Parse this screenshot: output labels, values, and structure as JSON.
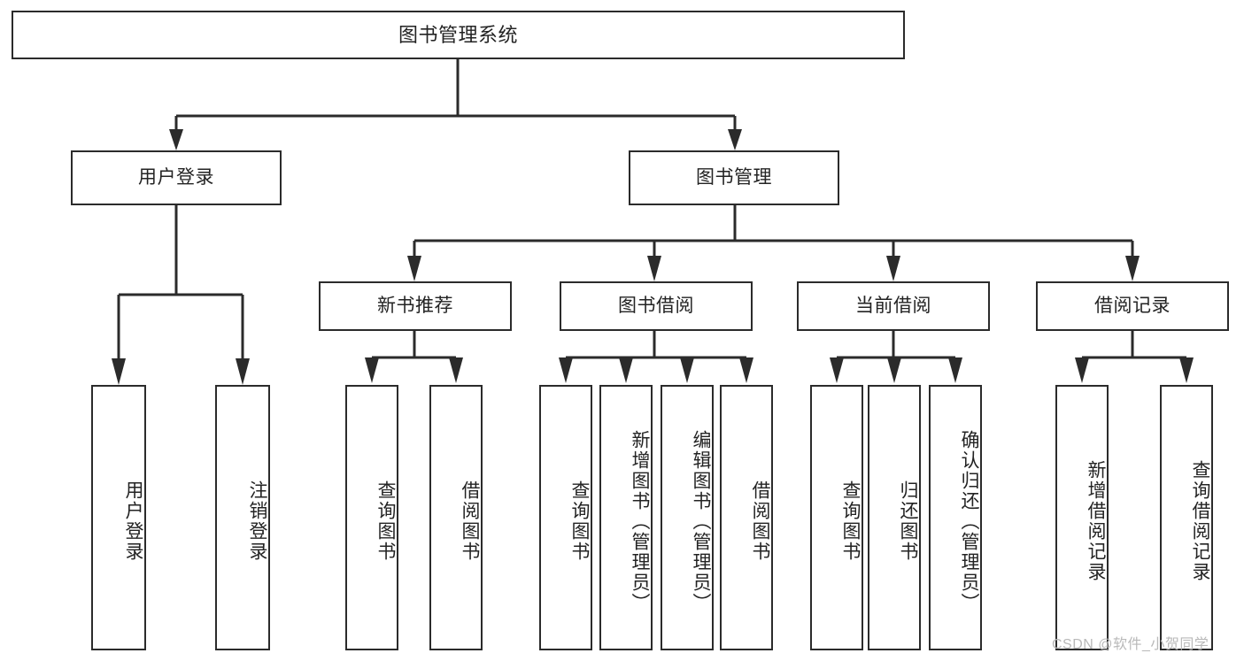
{
  "diagram": {
    "title": "图书管理系统",
    "type": "tree",
    "orientation": "top-down",
    "style": {
      "box_border": "#2b2b2b",
      "box_fill": "#ffffff",
      "line_color": "#2b2b2b",
      "text_color": "#232323",
      "background": "#ffffff"
    },
    "root": {
      "label": "图书管理系统"
    },
    "level2": [
      {
        "label": "用户登录"
      },
      {
        "label": "图书管理"
      }
    ],
    "level3": [
      {
        "label": "新书推荐"
      },
      {
        "label": "图书借阅"
      },
      {
        "label": "当前借阅"
      },
      {
        "label": "借阅记录"
      }
    ],
    "leaves": {
      "user_login": [
        {
          "label": "用户登录"
        },
        {
          "label": "注销登录"
        }
      ],
      "new_book_recommend": [
        {
          "label": "查询图书"
        },
        {
          "label": "借阅图书"
        }
      ],
      "book_borrow": [
        {
          "label": "查询图书"
        },
        {
          "label": "新增图书（管理员）"
        },
        {
          "label": "编辑图书（管理员）"
        },
        {
          "label": "借阅图书"
        }
      ],
      "current_borrow": [
        {
          "label": "查询图书"
        },
        {
          "label": "归还图书"
        },
        {
          "label": "确认归还（管理员）"
        }
      ],
      "borrow_record": [
        {
          "label": "新增借阅记录"
        },
        {
          "label": "查询借阅记录"
        }
      ]
    }
  },
  "watermark": {
    "text": "CSDN @软件_小贺同学"
  }
}
